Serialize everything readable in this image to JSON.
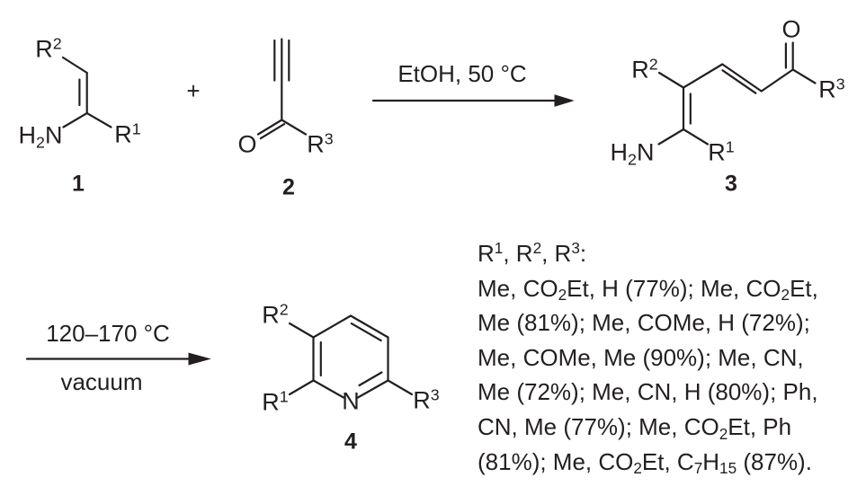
{
  "ink_color": "#231f20",
  "background_color": "#ffffff",
  "compound1": {
    "number": "1",
    "labels": {
      "r2": [
        {
          "t": "R"
        },
        {
          "t": "2",
          "s": "sup"
        }
      ],
      "h2n": [
        {
          "t": "H"
        },
        {
          "t": "2",
          "s": "sub"
        },
        {
          "t": "N"
        }
      ],
      "r1": [
        {
          "t": "R"
        },
        {
          "t": "1",
          "s": "sup"
        }
      ]
    }
  },
  "plus_sign": "+",
  "compound2": {
    "number": "2",
    "labels": {
      "o": [
        {
          "t": "O"
        }
      ],
      "r3": [
        {
          "t": "R"
        },
        {
          "t": "3",
          "s": "sup"
        }
      ]
    }
  },
  "arrow1": {
    "condition_top": "EtOH, 50 °C"
  },
  "compound3": {
    "number": "3",
    "labels": {
      "r2": [
        {
          "t": "R"
        },
        {
          "t": "2",
          "s": "sup"
        }
      ],
      "o": [
        {
          "t": "O"
        }
      ],
      "r3": [
        {
          "t": "R"
        },
        {
          "t": "3",
          "s": "sup"
        }
      ],
      "h2n": [
        {
          "t": "H"
        },
        {
          "t": "2",
          "s": "sub"
        },
        {
          "t": "N"
        }
      ],
      "r1": [
        {
          "t": "R"
        },
        {
          "t": "1",
          "s": "sup"
        }
      ]
    }
  },
  "arrow2": {
    "condition_top": "120–170 °C",
    "condition_bottom": "vacuum"
  },
  "compound4": {
    "number": "4",
    "labels": {
      "r2": [
        {
          "t": "R"
        },
        {
          "t": "2",
          "s": "sup"
        }
      ],
      "r1": [
        {
          "t": "R"
        },
        {
          "t": "1",
          "s": "sup"
        }
      ],
      "r3": [
        {
          "t": "R"
        },
        {
          "t": "3",
          "s": "sup"
        }
      ],
      "n": [
        {
          "t": "N"
        }
      ]
    }
  },
  "substituents": {
    "lines": [
      [
        {
          "t": "R"
        },
        {
          "t": "1",
          "s": "sup"
        },
        {
          "t": ", R"
        },
        {
          "t": "2",
          "s": "sup"
        },
        {
          "t": ", R"
        },
        {
          "t": "3",
          "s": "sup"
        },
        {
          "t": ":"
        }
      ],
      [
        {
          "t": "Me, CO"
        },
        {
          "t": "2",
          "s": "sub"
        },
        {
          "t": "Et, H (77%); Me, CO"
        },
        {
          "t": "2",
          "s": "sub"
        },
        {
          "t": "Et,"
        }
      ],
      [
        {
          "t": "Me (81%); Me, COMe, H (72%);"
        }
      ],
      [
        {
          "t": "Me, COMe, Me (90%); Me, CN,"
        }
      ],
      [
        {
          "t": "Me (72%); Me, CN, H (80%); Ph,"
        }
      ],
      [
        {
          "t": "CN, Me (77%); Me, CO"
        },
        {
          "t": "2",
          "s": "sub"
        },
        {
          "t": "Et, Ph"
        }
      ],
      [
        {
          "t": "(81%); Me, CO"
        },
        {
          "t": "2",
          "s": "sub"
        },
        {
          "t": "Et, C"
        },
        {
          "t": "7",
          "s": "sub"
        },
        {
          "t": "H"
        },
        {
          "t": "15",
          "s": "sub"
        },
        {
          "t": " (87%)."
        }
      ]
    ]
  }
}
